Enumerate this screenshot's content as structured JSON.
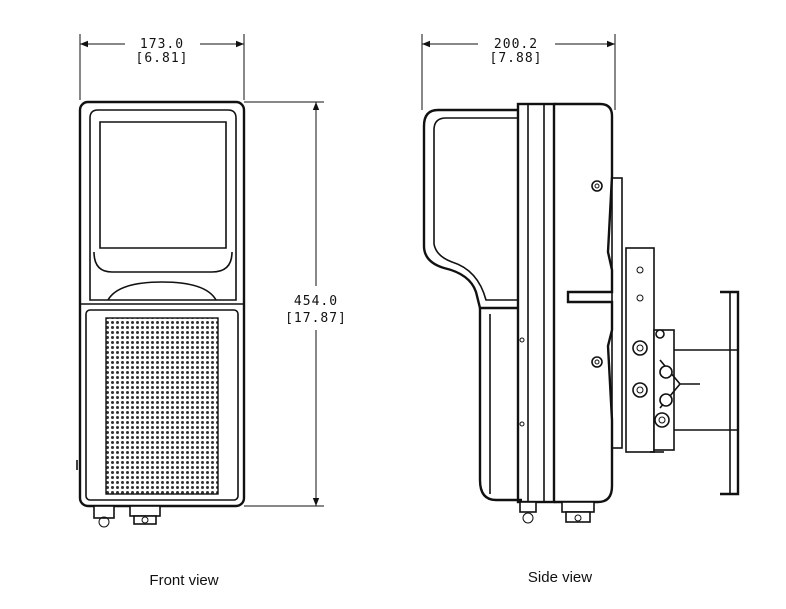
{
  "drawing": {
    "front": {
      "caption": "Front view",
      "width_mm": "173.0",
      "width_in": "[6.81]",
      "height_mm": "454.0",
      "height_in": "[17.87]"
    },
    "side": {
      "caption": "Side view",
      "depth_mm": "200.2",
      "depth_in": "[7.88]"
    },
    "colors": {
      "line": "#111111",
      "background": "#ffffff"
    }
  }
}
